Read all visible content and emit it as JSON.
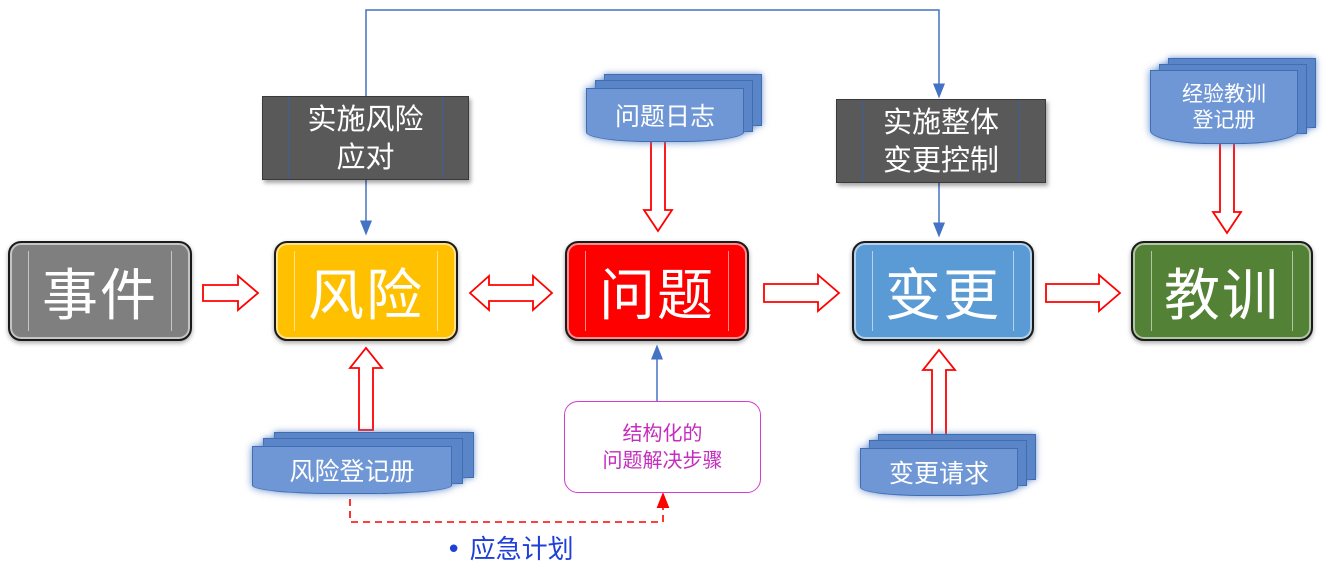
{
  "main_nodes": [
    {
      "id": "event",
      "label": "事件",
      "color": "#7f7f7f"
    },
    {
      "id": "risk",
      "label": "风险",
      "color": "#ffc000"
    },
    {
      "id": "issue",
      "label": "问题",
      "color": "#ff0000"
    },
    {
      "id": "change",
      "label": "变更",
      "color": "#5b9bd5"
    },
    {
      "id": "lesson",
      "label": "教训",
      "color": "#538135"
    }
  ],
  "process_boxes": [
    {
      "id": "implement-risk-response",
      "lines": [
        "实施风险",
        "应对"
      ]
    },
    {
      "id": "perform-integrated-change-control",
      "lines": [
        "实施整体",
        "变更控制"
      ]
    }
  ],
  "documents": [
    {
      "id": "issue-log",
      "lines": [
        "问题日志"
      ]
    },
    {
      "id": "lessons-learned-register",
      "lines": [
        "经验教训",
        "登记册"
      ]
    },
    {
      "id": "risk-register",
      "lines": [
        "风险登记册"
      ]
    },
    {
      "id": "change-request",
      "lines": [
        "变更请求"
      ]
    }
  ],
  "note": {
    "lines": [
      "结构化的",
      "问题解决步骤"
    ]
  },
  "bottom_label": "• 应急计划",
  "colors": {
    "hollow_arrow": "#ff0000",
    "connector": "#4472c4",
    "dashed": "#ff0000"
  }
}
